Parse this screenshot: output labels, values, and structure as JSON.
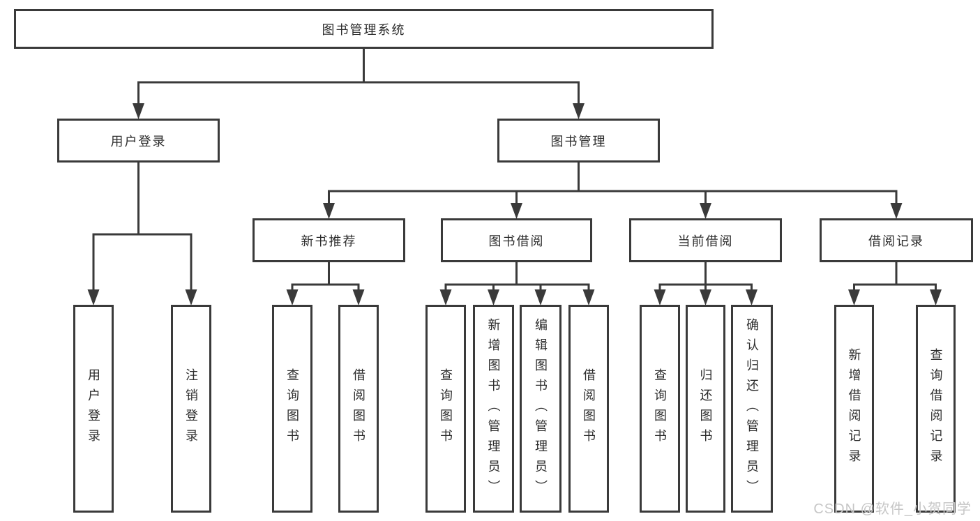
{
  "diagram": {
    "title": "图书管理系统",
    "branches": [
      {
        "label": "用户登录",
        "children": [
          {
            "label": "用户登录"
          },
          {
            "label": "注销登录"
          }
        ]
      },
      {
        "label": "图书管理",
        "children": [
          {
            "label": "新书推荐",
            "children": [
              {
                "label": "查询图书"
              },
              {
                "label": "借阅图书"
              }
            ]
          },
          {
            "label": "图书借阅",
            "children": [
              {
                "label": "查询图书"
              },
              {
                "label": "新增图书（管理员）"
              },
              {
                "label": "编辑图书（管理员）"
              },
              {
                "label": "借阅图书"
              }
            ]
          },
          {
            "label": "当前借阅",
            "children": [
              {
                "label": "查询图书"
              },
              {
                "label": "归还图书"
              },
              {
                "label": "确认归还（管理员）"
              }
            ]
          },
          {
            "label": "借阅记录",
            "children": [
              {
                "label": "新增借阅记录"
              },
              {
                "label": "查询借阅记录"
              }
            ]
          }
        ]
      }
    ]
  },
  "watermark": {
    "text": "CSDN @软件_小贺同学"
  },
  "colors": {
    "line": "#3a3a3a",
    "box_border": "#3a3a3a",
    "text": "#2d2d2d",
    "watermark": "#c6c6c6",
    "background": "#ffffff"
  }
}
